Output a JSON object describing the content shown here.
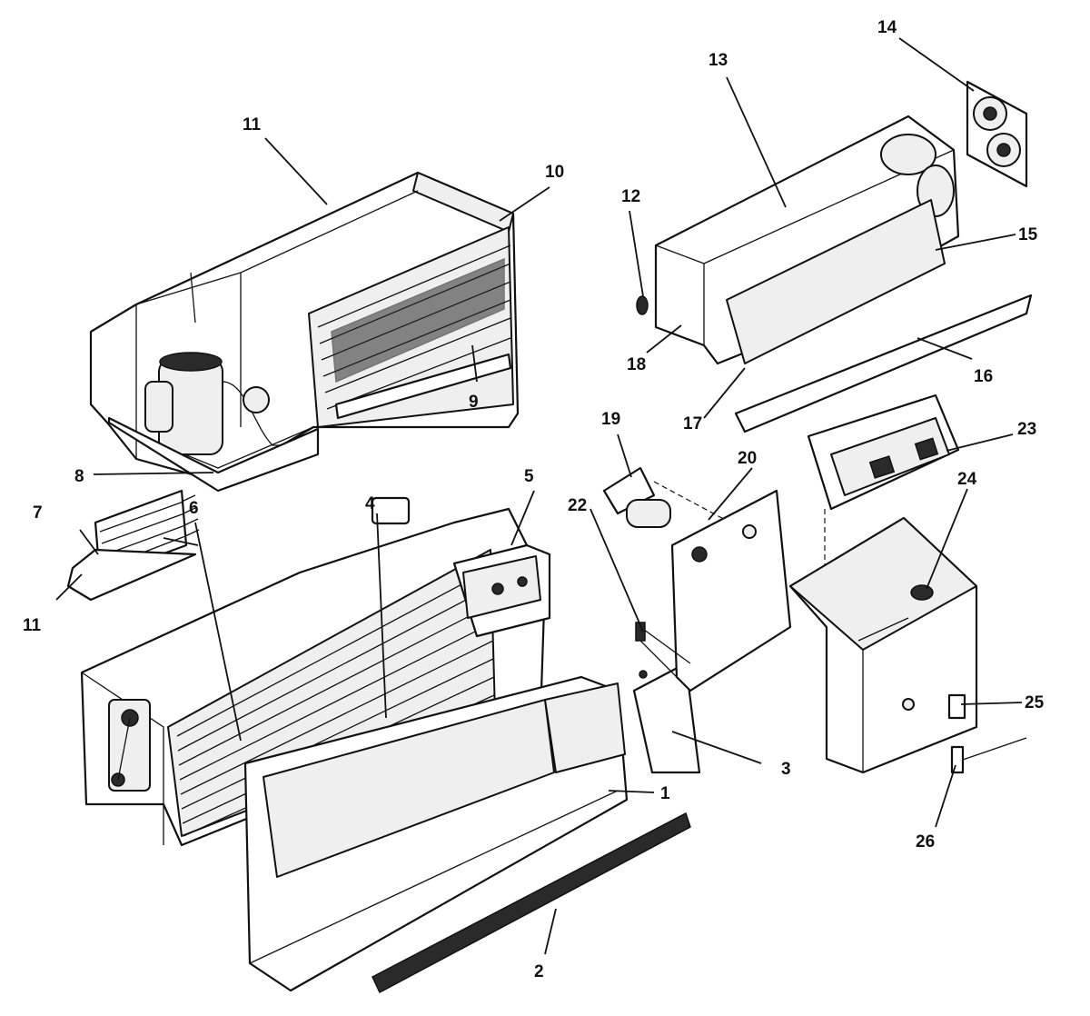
{
  "diagram": {
    "parts": [
      {
        "id": "p1",
        "number": "1"
      },
      {
        "id": "p2",
        "number": "2"
      },
      {
        "id": "p3",
        "number": "3"
      },
      {
        "id": "p4",
        "number": "4"
      },
      {
        "id": "p5",
        "number": "5"
      },
      {
        "id": "p6",
        "number": "6"
      },
      {
        "id": "p7",
        "number": "7"
      },
      {
        "id": "p8",
        "number": "8"
      },
      {
        "id": "p9",
        "number": "9"
      },
      {
        "id": "p10",
        "number": "10"
      },
      {
        "id": "p11a",
        "number": "11"
      },
      {
        "id": "p11b",
        "number": "11"
      },
      {
        "id": "p12",
        "number": "12"
      },
      {
        "id": "p13",
        "number": "13"
      },
      {
        "id": "p14",
        "number": "14"
      },
      {
        "id": "p15",
        "number": "15"
      },
      {
        "id": "p16",
        "number": "16"
      },
      {
        "id": "p17",
        "number": "17"
      },
      {
        "id": "p18",
        "number": "18"
      },
      {
        "id": "p19",
        "number": "19"
      },
      {
        "id": "p20",
        "number": "20"
      },
      {
        "id": "p22",
        "number": "22"
      },
      {
        "id": "p23",
        "number": "23"
      },
      {
        "id": "p24",
        "number": "24"
      },
      {
        "id": "p25",
        "number": "25"
      },
      {
        "id": "p26",
        "number": "26"
      }
    ]
  }
}
